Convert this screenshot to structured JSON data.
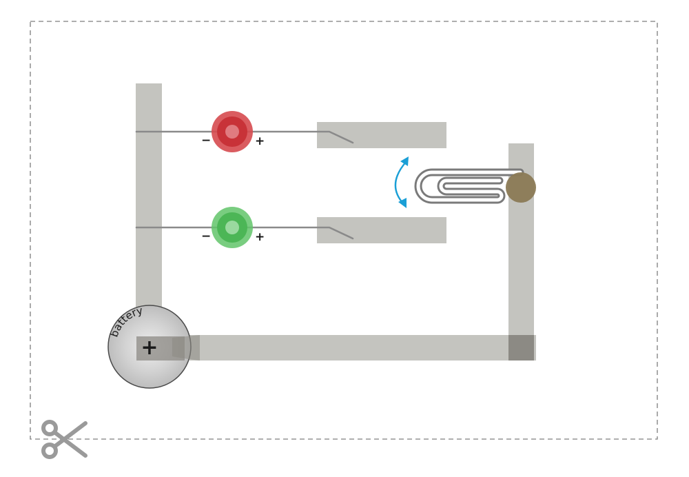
{
  "battery": {
    "label": "battery",
    "terminal_symbol": "+"
  },
  "leds": [
    {
      "name": "red-led",
      "color": "#d64a4f",
      "minus_label": "−",
      "plus_label": "+"
    },
    {
      "name": "green-led",
      "color": "#62c46a",
      "minus_label": "−",
      "plus_label": "+"
    }
  ],
  "colors": {
    "tape": "#c4c4bf",
    "tape_dark": "#8c8a84",
    "wire": "#8a8a8a",
    "paperclip": "#7a7a7a",
    "rivet": "#8b7a55",
    "arrow": "#1a9fd6",
    "cut_line": "#7d7d7d",
    "scissors": "#9a9a9a"
  },
  "icons": {
    "scissors": "scissors-icon",
    "arrow": "double-arrow-icon"
  }
}
